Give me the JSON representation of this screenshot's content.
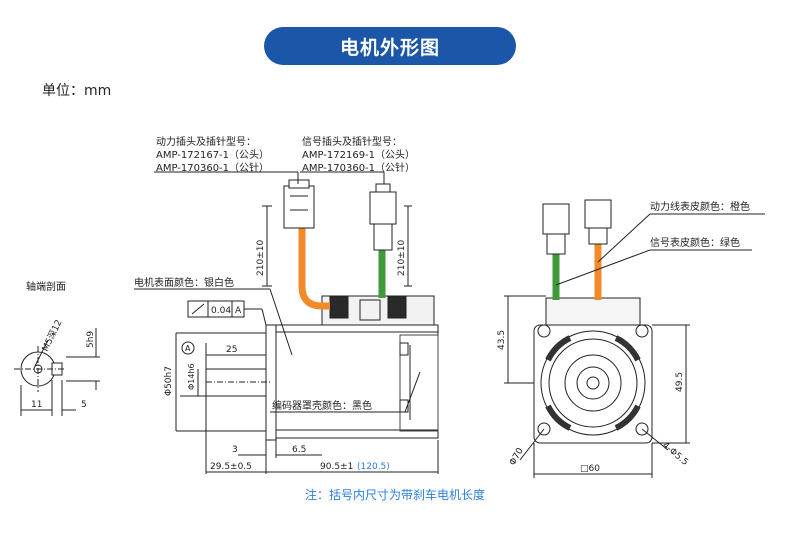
{
  "title": "电机外形图",
  "unit": "单位：mm",
  "note": "注：括号内尺寸为带刹车电机长度",
  "colors": {
    "accent": "#1b56a8",
    "note": "#2a7fe0",
    "power_cable": "#f28a2a",
    "signal_cable": "#3f9a3a",
    "ink": "#222222"
  },
  "labels": {
    "shaft_section": "轴端剖面",
    "power_connector": [
      "动力插头及插针型号：",
      "AMP-172167-1（公头）",
      "AMP-170360-1（公针）"
    ],
    "signal_connector": [
      "信号插头及插针型号：",
      "AMP-172169-1（公头）",
      "AMP-170360-1（公针）"
    ],
    "body_color": "电机表面颜色：银白色",
    "encoder_color": "编码器罩壳颜色：黑色",
    "power_line_color": "动力线表皮颜色：橙色",
    "signal_line_color": "信号表皮颜色：绿色"
  },
  "dims": {
    "power_cable_len": "210±10",
    "signal_cable_len": "210±10",
    "runout": "0.04",
    "datum": "A",
    "datum_circle": "A",
    "shaft_dia": "Φ14h6",
    "pilot_dia": "Φ50h7",
    "key_len": "25",
    "key_offset": "3",
    "flange_thk": "6.5",
    "shaft_len": "29.5±0.5",
    "body_len": "90.5±1",
    "body_len_brake": "(120.5)",
    "key_height": "5h9",
    "thread": "M5深12",
    "sec_w1": "11",
    "sec_w2": "5",
    "rear_h1": "43.5",
    "rear_h2": "49.5",
    "bcd": "Φ70",
    "holes": "4-Φ5.5",
    "square": "□60"
  }
}
